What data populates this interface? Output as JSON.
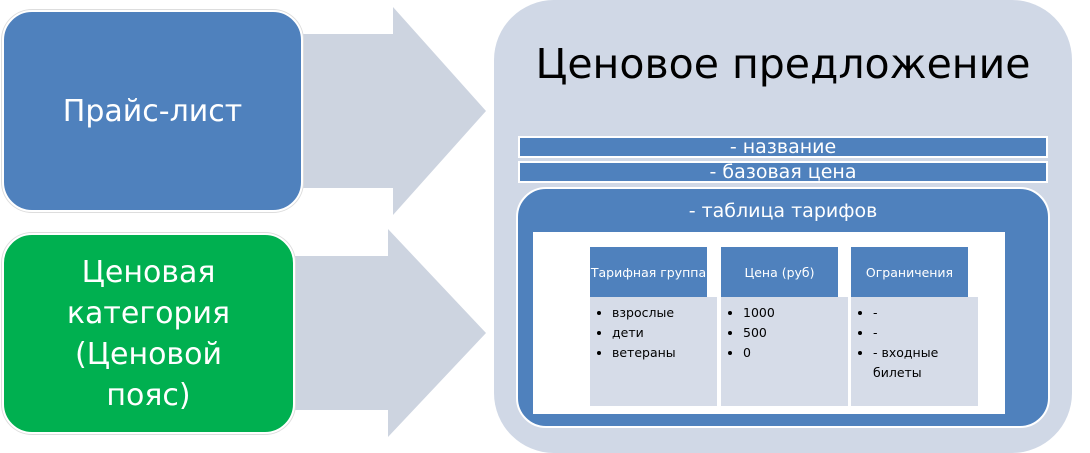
{
  "left": {
    "price_list": "Прайс-лист",
    "price_category": "Ценовая категория (Ценовой пояс)"
  },
  "offer": {
    "title": "Ценовое предложение",
    "name_bar": "- название",
    "base_price_bar": "- базовая цена",
    "tariff_table_title": "- таблица тарифов",
    "columns": [
      {
        "header": "Тарифная группа",
        "items": [
          "взрослые",
          "дети",
          "ветераны"
        ]
      },
      {
        "header": "Цена (руб)",
        "items": [
          "1000",
          "500",
          "0"
        ]
      },
      {
        "header": "Ограничения",
        "items": [
          "-",
          "-",
          "- входные билеты"
        ]
      }
    ]
  },
  "colors": {
    "blue": "#4f81bd",
    "green": "#00b050",
    "panel": "#d0d8e6",
    "arrow": "#cdd4e0"
  }
}
